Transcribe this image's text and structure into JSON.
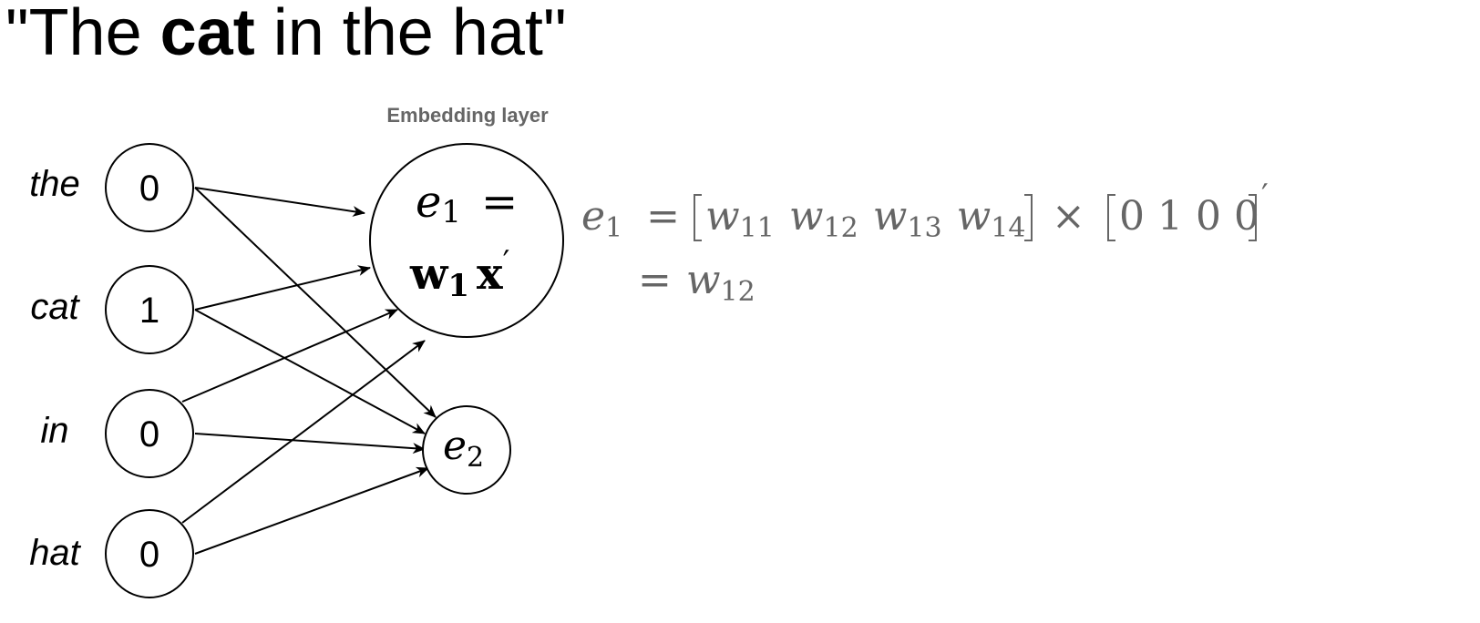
{
  "title": {
    "open_quote": "\"",
    "pre": "The ",
    "bold": "cat",
    "post": " in the hat",
    "close_quote": "\""
  },
  "layer_label": "Embedding layer",
  "inputs": [
    {
      "word": "the",
      "value": "0"
    },
    {
      "word": "cat",
      "value": "1"
    },
    {
      "word": "in",
      "value": "0"
    },
    {
      "word": "hat",
      "value": "0"
    }
  ],
  "node_e1": {
    "symbol": "e",
    "sub": "1",
    "eq": "=",
    "bold_w": "w",
    "bold_w_sub": "1",
    "bold_x": "x",
    "prime": "′"
  },
  "node_e2": {
    "symbol": "e",
    "sub": "2"
  },
  "equation": {
    "lhs_symbol": "e",
    "lhs_sub": "1",
    "eq": "=",
    "row_vector": [
      {
        "symbol": "w",
        "sub": "11"
      },
      {
        "symbol": "w",
        "sub": "12"
      },
      {
        "symbol": "w",
        "sub": "13"
      },
      {
        "symbol": "w",
        "sub": "14"
      }
    ],
    "times": "×",
    "one_hot": [
      "0",
      "1",
      "0",
      "0"
    ],
    "prime": "′",
    "result_eq": "=",
    "result_symbol": "w",
    "result_sub": "12"
  },
  "colors": {
    "line": "#000000",
    "annotation": "#666666",
    "background": "#ffffff"
  }
}
